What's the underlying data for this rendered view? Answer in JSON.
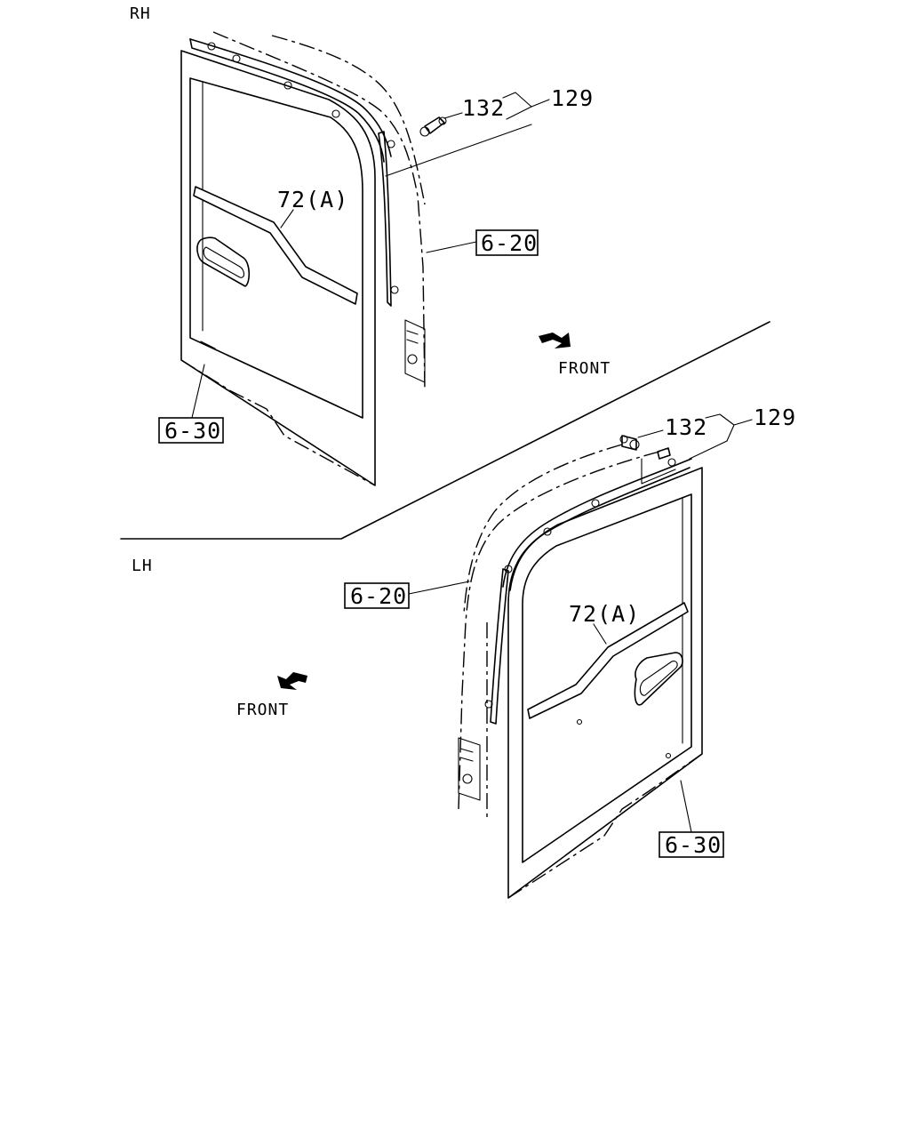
{
  "sections": {
    "rh": "RH",
    "lh": "LH"
  },
  "rh": {
    "front": "FRONT",
    "part_72": "72(A)",
    "part_132": "132",
    "part_129": "129",
    "ref_6_20": "6-20",
    "ref_6_30": "6-30"
  },
  "lh": {
    "front": "FRONT",
    "part_72": "72(A)",
    "part_132": "132",
    "part_129": "129",
    "ref_6_20": "6-20",
    "ref_6_30": "6-30"
  }
}
